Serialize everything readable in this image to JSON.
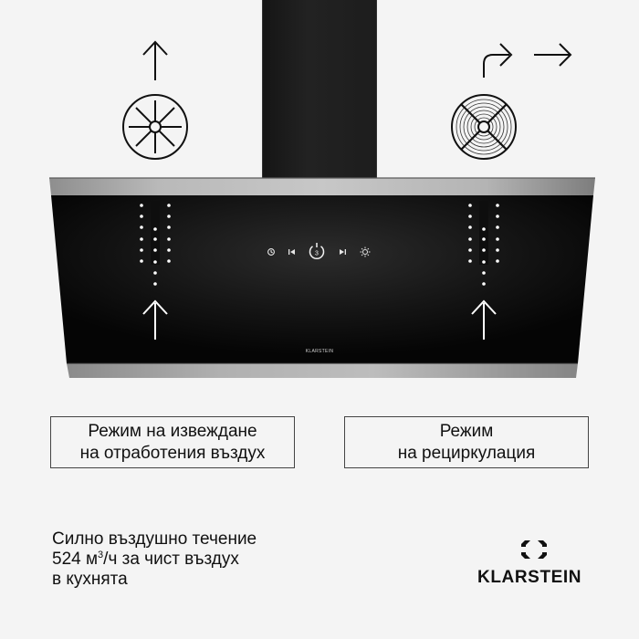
{
  "product": {
    "brand": "KLARSTEIN",
    "hood_logo_text": "KLARSTEIN",
    "control_panel": {
      "buttons": [
        {
          "icon": "timer-icon"
        },
        {
          "icon": "speed-down-icon"
        },
        {
          "icon": "power-icon",
          "level": "3"
        },
        {
          "icon": "speed-up-icon"
        },
        {
          "icon": "light-icon"
        }
      ]
    }
  },
  "modes": {
    "exhaust": {
      "icon": "exhaust-fan-icon",
      "arrow": "arrow-up-icon",
      "line1": "Режим на извеждане",
      "line2": "на отработения въздух"
    },
    "recirculation": {
      "icon": "recirculation-filter-icon",
      "arrow": "arrow-bend-right-icon",
      "line1": "Режим",
      "line2": "на рециркулация"
    }
  },
  "feature": {
    "line1": "Силно въздушно течение",
    "line2_value": "524",
    "line2_unit_base": "м",
    "line2_unit_sup": "3",
    "line2_rest": "/ч за чист въздух",
    "line3": "в кухнята"
  },
  "colors": {
    "background": "#f4f4f4",
    "glass": "#0e0e0e",
    "steel": "#a9a9a9",
    "text": "#111111"
  }
}
